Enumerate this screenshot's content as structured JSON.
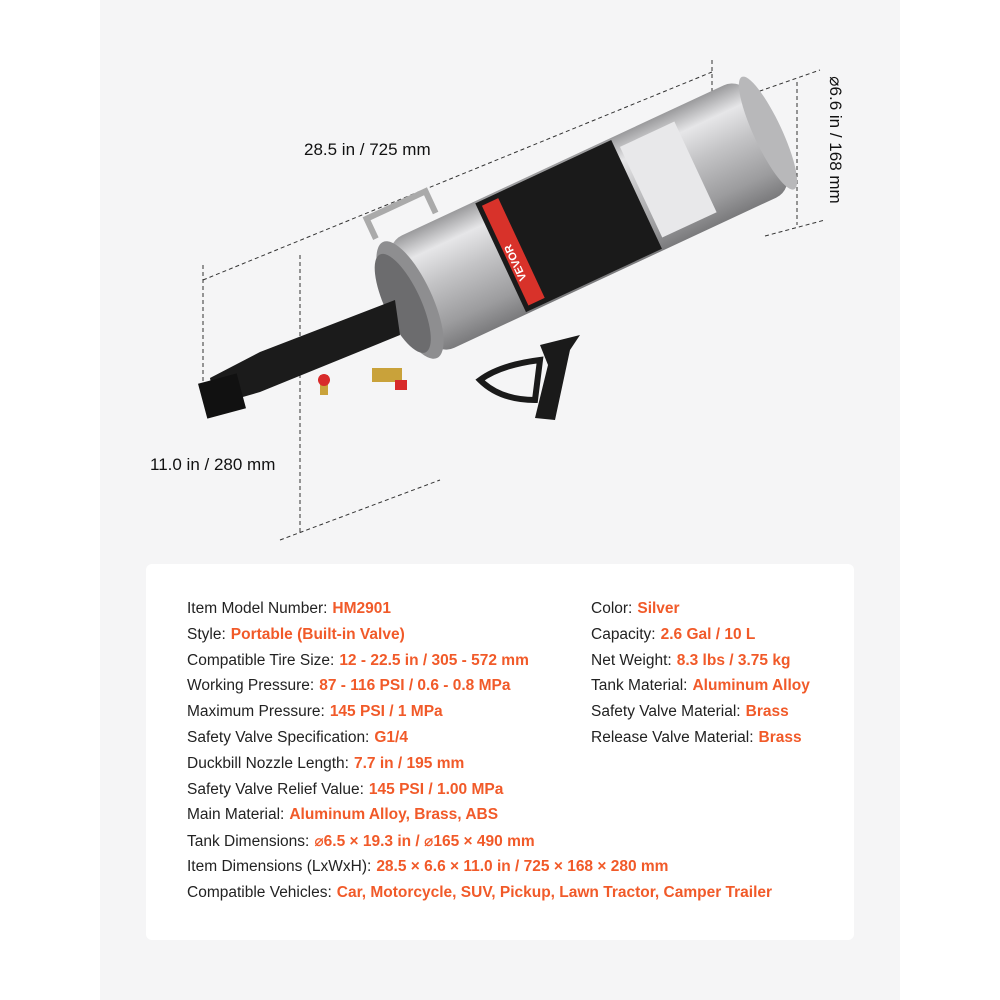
{
  "product": {
    "brand_label": "VEVOR",
    "dimensions": {
      "length": "28.5 in / 725 mm",
      "height": "11.0 in / 280 mm",
      "diameter": "⌀6.6 in / 168 mm"
    }
  },
  "specs": {
    "left": [
      {
        "label": "Item Model Number:",
        "value": "HM2901"
      },
      {
        "label": "Style:",
        "value": "Portable (Built-in Valve)"
      },
      {
        "label": "Compatible Tire Size:",
        "value": "12 - 22.5 in / 305 - 572 mm"
      },
      {
        "label": "Working Pressure:",
        "value": "87 - 116 PSI / 0.6 - 0.8 MPa"
      },
      {
        "label": "Maximum Pressure:",
        "value": "145 PSI / 1 MPa"
      },
      {
        "label": "Safety Valve Specification:",
        "value": "G1/4"
      },
      {
        "label": "Duckbill Nozzle Length:",
        "value": "7.7 in / 195 mm"
      },
      {
        "label": "Safety Valve Relief Value:",
        "value": "145 PSI / 1.00 MPa"
      },
      {
        "label": "Main Material:",
        "value": "Aluminum Alloy, Brass, ABS"
      },
      {
        "label": "Tank Dimensions:",
        "value": "⌀6.5 × 19.3 in / ⌀165 × 490 mm"
      },
      {
        "label": "Item Dimensions (LxWxH):",
        "value": "28.5 × 6.6 × 11.0 in / 725 × 168 × 280 mm"
      },
      {
        "label": "Compatible Vehicles:",
        "value": "Car, Motorcycle, SUV, Pickup, Lawn Tractor, Camper Trailer"
      }
    ],
    "right": [
      {
        "label": "Color:",
        "value": "Silver"
      },
      {
        "label": "Capacity:",
        "value": "2.6 Gal / 10 L"
      },
      {
        "label": "Net Weight:",
        "value": "8.3 lbs / 3.75 kg"
      },
      {
        "label": "Tank Material:",
        "value": "Aluminum Alloy"
      },
      {
        "label": "Safety Valve Material:",
        "value": "Brass"
      },
      {
        "label": "Release Valve Material:",
        "value": "Brass"
      }
    ]
  },
  "colors": {
    "accent": "#f15a29",
    "panel": "#f5f5f6",
    "card": "#ffffff"
  }
}
